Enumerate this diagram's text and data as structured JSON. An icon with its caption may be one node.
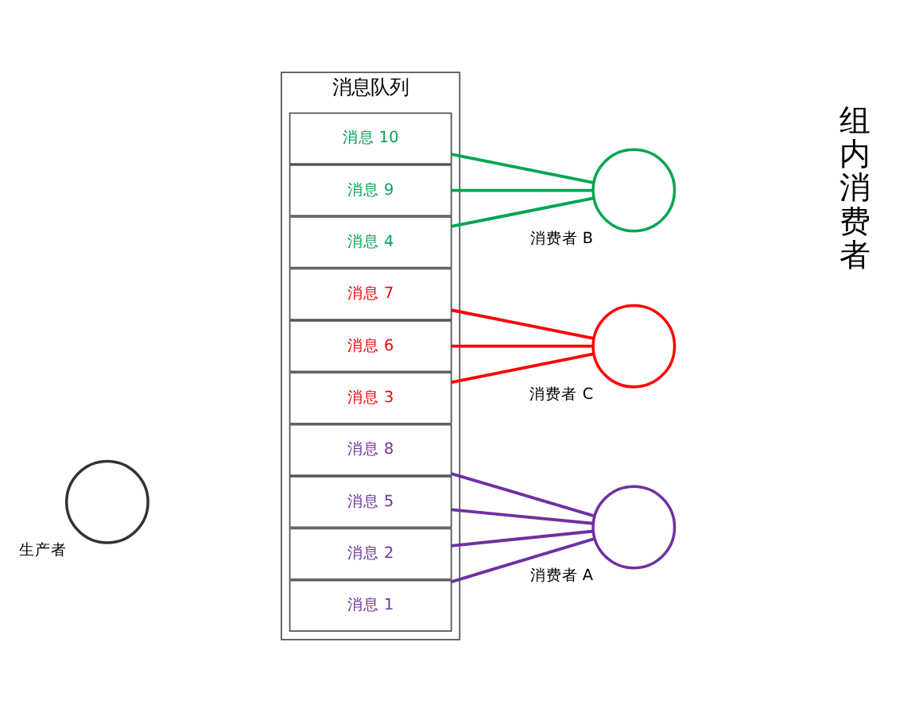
{
  "diagram": {
    "nodes": [
      {
        "text": [
          "消息队列"
        ]
      },
      {
        "text": [
          "消息 10"
        ],
        "in": 0
      },
      {
        "text": [
          "消息 9"
        ],
        "in": 0
      },
      {
        "text": [
          "消息 8"
        ],
        "in": 0
      },
      {
        "text": [
          "消息 7"
        ],
        "in": 0
      },
      {
        "text": [
          "消息 6"
        ],
        "in": 0
      },
      {
        "text": [
          "消息 5"
        ],
        "in": 0
      },
      {
        "text": [
          "消息 4"
        ],
        "in": 0
      },
      {
        "text": [
          "消息 3"
        ],
        "in": 0
      },
      {
        "text": [
          "消息 2"
        ],
        "in": 0
      },
      {
        "text": [
          "消息 1"
        ],
        "in": 0
      },
      {
        "text": [],
        "shape": "circle",
        "beside": [
          "生产者"
        ]
      },
      {
        "text": [],
        "shape": "circle",
        "beside": [
          "消费者 A"
        ]
      },
      {
        "text": [],
        "shape": "circle",
        "beside": [
          "消费者 B"
        ]
      },
      {
        "text": [],
        "shape": "circle",
        "beside": [
          "消费者 C"
        ]
      }
    ],
    "edges": [
      {
        "from": 1,
        "to": 13,
        "arrow": "none",
        "color": "#00a651"
      },
      {
        "from": 2,
        "to": 13,
        "arrow": "none",
        "color": "#00a651"
      },
      {
        "from": 3,
        "to": 12,
        "arrow": "none",
        "color": "#7030a0"
      },
      {
        "from": 4,
        "to": 14,
        "arrow": "none",
        "color": "#ff0000"
      },
      {
        "from": 5,
        "to": 14,
        "arrow": "none",
        "color": "#ff0000"
      },
      {
        "from": 6,
        "to": 12,
        "arrow": "none",
        "color": "#7030a0"
      },
      {
        "from": 7,
        "to": 13,
        "arrow": "none",
        "color": "#00a651"
      },
      {
        "from": 8,
        "to": 14,
        "arrow": "none",
        "color": "#ff0000"
      },
      {
        "from": 9,
        "to": 12,
        "arrow": "none",
        "color": "#7030a0"
      },
      {
        "from": 10,
        "to": 12,
        "arrow": "none",
        "color": "#7030a0"
      }
    ],
    "labels": [
      "组内消费者"
    ]
  }
}
